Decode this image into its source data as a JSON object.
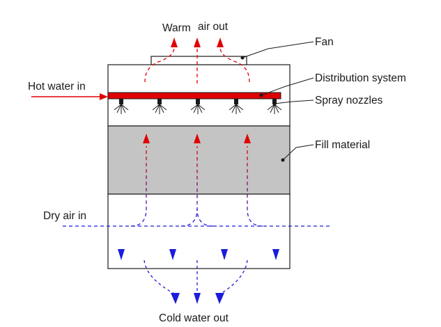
{
  "labels": {
    "warm_air_out_1": "Warm",
    "warm_air_out_2": "air out",
    "fan": "Fan",
    "distribution_system": "Distribution system",
    "spray_nozzles": "Spray nozzles",
    "hot_water_in": "Hot water in",
    "fill_material": "Fill material",
    "dry_air_in": "Dry air in",
    "cold_water_out": "Cold water out"
  },
  "colors": {
    "air_flow": "#e00000",
    "water_flow": "#1a1ad6",
    "distribution_bar": "#e00000",
    "fill": "#c4c4c4",
    "outline": "#1a1a1a"
  }
}
